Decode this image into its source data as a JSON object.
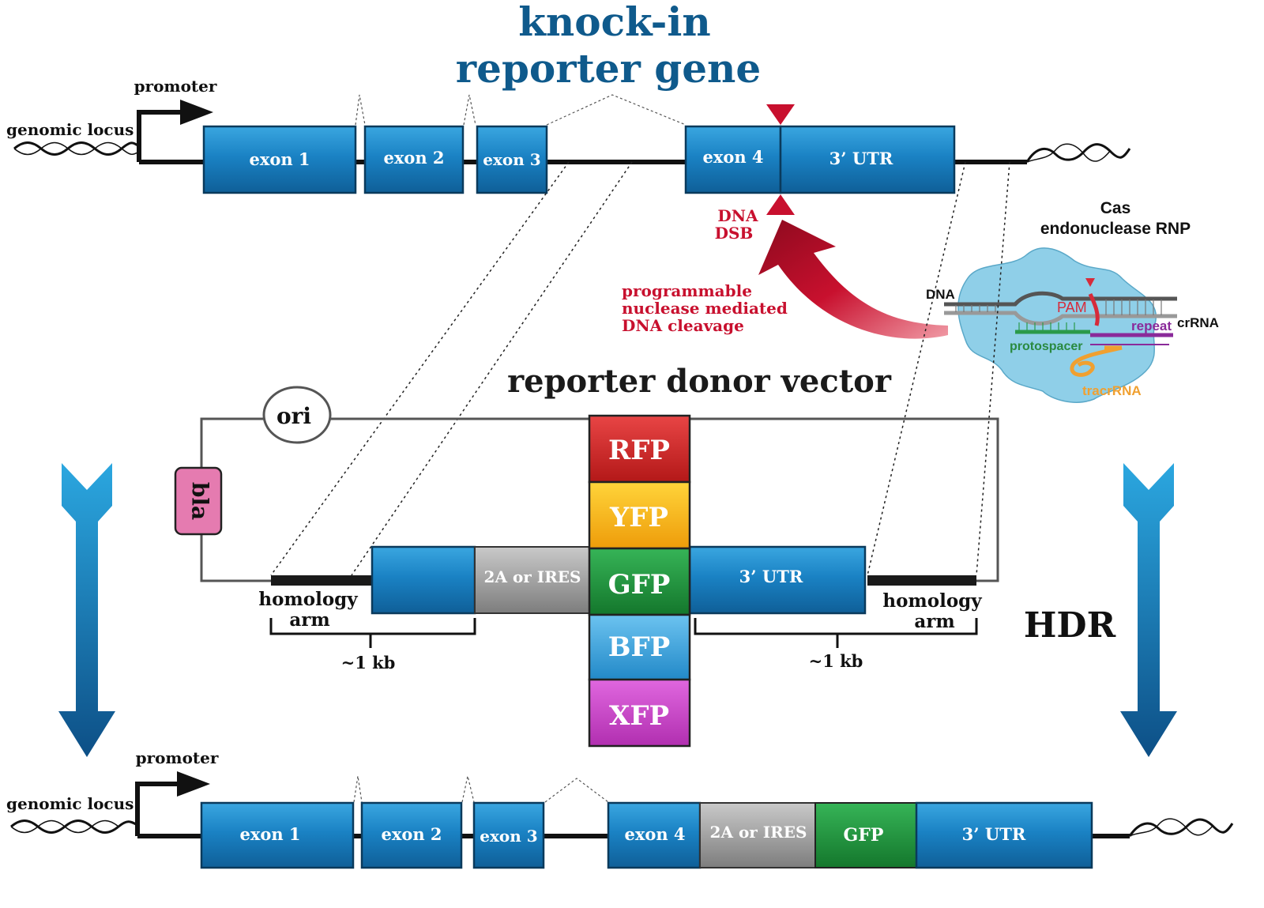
{
  "title": {
    "line1": "knock-in",
    "line2": "reporter gene"
  },
  "top_locus": {
    "promoter": "promoter",
    "genomic_locus": "genomic locus",
    "exons": [
      "exon 1",
      "exon 2",
      "exon 3",
      "exon 4"
    ],
    "utr": "3’ UTR"
  },
  "dsb": {
    "line1": "DNA",
    "line2": "DSB"
  },
  "nuclease": {
    "line1": "programmable",
    "line2": "nuclease mediated",
    "line3": "DNA cleavage"
  },
  "cas": {
    "title1": "Cas",
    "title2": "endonuclease RNP",
    "dna": "DNA",
    "pam": "PAM",
    "repeat": "repeat",
    "crrna": "crRNA",
    "protospacer": "protospacer",
    "tracrrna": "tracrRNA"
  },
  "vector": {
    "title": "reporter donor vector",
    "ori": "ori",
    "bla": "bla",
    "left_arm1": "homology",
    "left_arm2": "arm",
    "right_arm1": "homology",
    "right_arm2": "arm",
    "linker": "2A or IRES",
    "utr": "3’ UTR",
    "kb_left": "~1 kb",
    "kb_right": "~1 kb",
    "reporters": [
      "RFP",
      "YFP",
      "GFP",
      "BFP",
      "XFP"
    ]
  },
  "hdr": "HDR",
  "bottom_locus": {
    "promoter": "promoter",
    "genomic_locus": "genomic locus",
    "exons": [
      "exon 1",
      "exon 2",
      "exon 3",
      "exon 4"
    ],
    "linker": "2A or IRES",
    "reporter": "GFP",
    "utr": "3’ UTR"
  },
  "colors": {
    "exon_blue": "#1a82c4",
    "title_blue": "#0f5a8c",
    "dsb_red": "#c8102e",
    "rfp": "#d42a2a",
    "yfp": "#f5b80f",
    "gfp": "#1f9a3d",
    "bfp": "#3aa3dc",
    "xfp": "#cc3fc7",
    "linker_gray": "#9a9a9a",
    "bla_pink": "#e57bb0",
    "cas_blue": "#8fcfe8"
  }
}
